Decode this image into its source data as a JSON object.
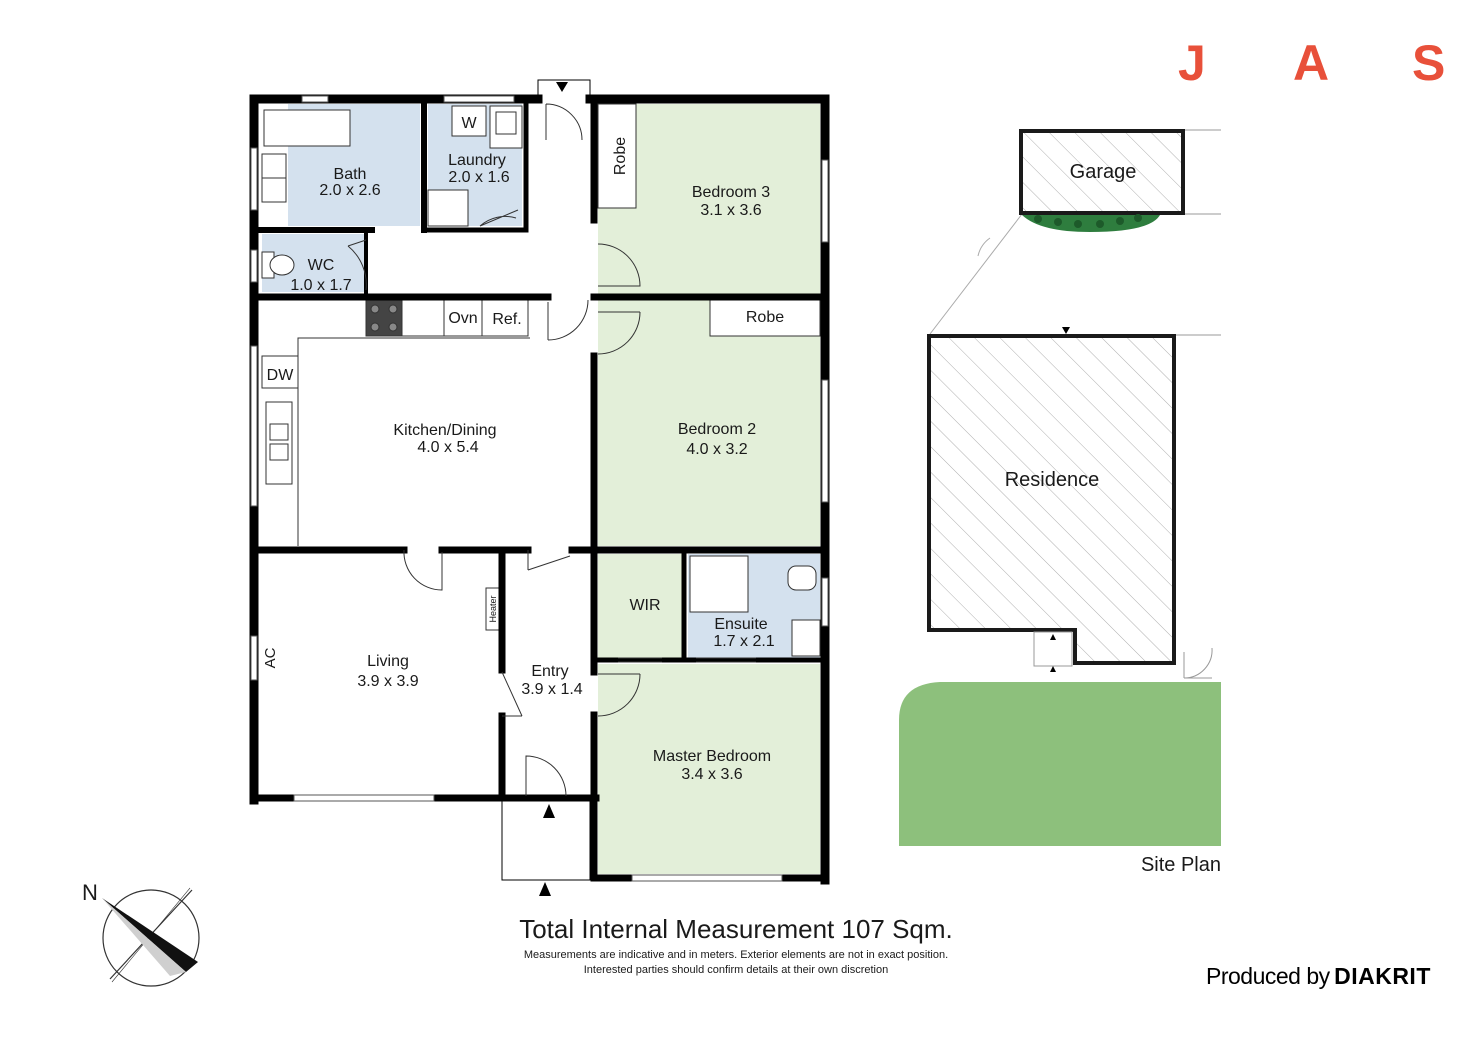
{
  "brand": {
    "letters": [
      "J",
      "A",
      "S"
    ],
    "color": "#e8503a"
  },
  "rooms": {
    "bath": {
      "name": "Bath",
      "size": "2.0 x 2.6"
    },
    "laundry": {
      "name": "Laundry",
      "size": "2.0 x 1.6",
      "appliance": "W"
    },
    "wc": {
      "name": "WC",
      "size": "1.0 x 1.7"
    },
    "bedroom3": {
      "name": "Bedroom 3",
      "size": "3.1 x 3.6",
      "robe": "Robe"
    },
    "bedroom2": {
      "name": "Bedroom 2",
      "size": "4.0 x 3.2",
      "robe": "Robe"
    },
    "kitchen": {
      "name": "Kitchen/Dining",
      "size": "4.0 x 5.4",
      "oven": "Ovn",
      "fridge": "Ref.",
      "dishwasher": "DW"
    },
    "living": {
      "name": "Living",
      "size": "3.9 x 3.9",
      "heater": "Heater",
      "ac": "AC"
    },
    "entry": {
      "name": "Entry",
      "size": "3.9 x 1.4"
    },
    "wir": {
      "name": "WIR"
    },
    "ensuite": {
      "name": "Ensuite",
      "size": "1.7 x 2.1"
    },
    "master": {
      "name": "Master Bedroom",
      "size": "3.4 x 3.6"
    }
  },
  "site_plan": {
    "title": "Site Plan",
    "garage": "Garage",
    "residence": "Residence"
  },
  "compass": {
    "north": "N"
  },
  "footer": {
    "total": "Total Internal Measurement 107 Sqm.",
    "note_line1": "Measurements are indicative and in meters. Exterior elements are not in exact position.",
    "note_line2": "Interested parties should confirm details at their own discretion",
    "producer_prefix": "Produced by",
    "producer_name": "DIAKRIT"
  },
  "colors": {
    "wet_area": "#d4e1ee",
    "bedroom": "#e3efd9",
    "lawn": "#8dc07c",
    "hedge": "#2e7d3e",
    "wall": "#000000",
    "accent": "#e8503a"
  }
}
